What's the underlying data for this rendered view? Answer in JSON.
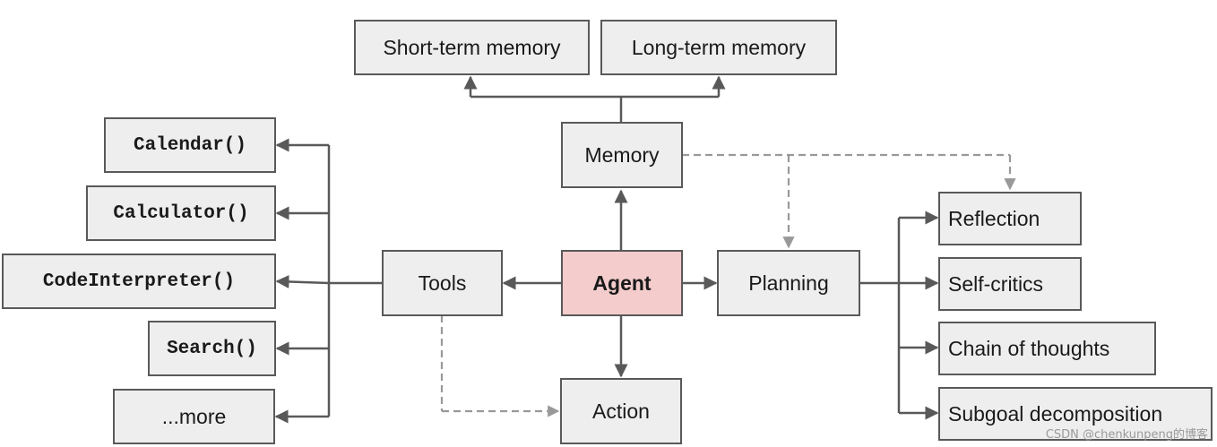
{
  "nodes": {
    "short_term_memory": "Short-term memory",
    "long_term_memory": "Long-term memory",
    "memory": "Memory",
    "tools": "Tools",
    "agent": "Agent",
    "planning": "Planning",
    "action": "Action",
    "calendar": "Calendar()",
    "calculator": "Calculator()",
    "code_interpreter": "CodeInterpreter()",
    "search": "Search()",
    "more": "...more",
    "reflection": "Reflection",
    "self_critics": "Self-critics",
    "chain_of_thoughts": "Chain of thoughts",
    "subgoal_decomposition": "Subgoal decomposition"
  },
  "colors": {
    "node_fill": "#eeeeee",
    "agent_fill": "#f4cccc",
    "edge": "#595959",
    "dashed_edge": "#999999"
  },
  "watermark": "CSDN @chenkunpeng的博客"
}
